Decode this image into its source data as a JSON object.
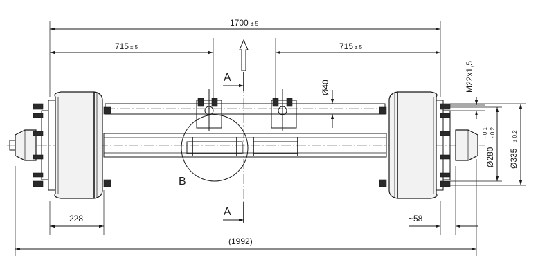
{
  "dimensions": {
    "total_width": "1700",
    "total_width_tol": "± 5",
    "left_offset": "715",
    "left_offset_tol": "± 5",
    "right_offset": "715",
    "right_offset_tol": "± 5",
    "hub_left": "228",
    "hub_right": "~58",
    "overall": "(1992)",
    "pipe_dia": "Ø40",
    "thread": "M22x1,5",
    "bolt_circle": "Ø280",
    "bolt_circle_tol_upper": "- 0,1",
    "bolt_circle_tol_lower": "- 0,2",
    "flange_dia": "Ø335",
    "flange_dia_tol": "± 0,2"
  },
  "section_labels": {
    "section_top": "A",
    "section_bottom": "A",
    "detail": "B"
  }
}
